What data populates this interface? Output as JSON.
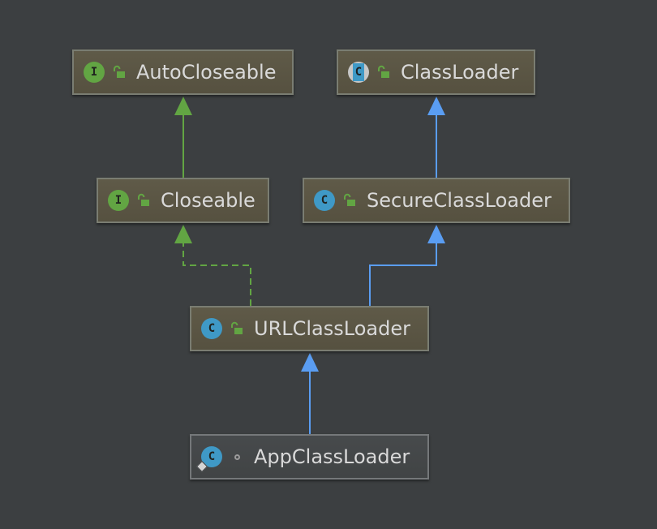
{
  "colors": {
    "background": "#3c3f41",
    "extends_edge": "#5a9df2",
    "implements_edge": "#62a543",
    "interface_icon": "#62a543",
    "class_icon": "#3f99c6"
  },
  "nodes": [
    {
      "id": "autocloseable",
      "label": "AutoCloseable",
      "kind": "interface",
      "kind_letter": "I",
      "access_icon": "unlocked-padlock-icon"
    },
    {
      "id": "classloader",
      "label": "ClassLoader",
      "kind": "abstract-class",
      "kind_letter": "C",
      "access_icon": "unlocked-padlock-icon"
    },
    {
      "id": "closeable",
      "label": "Closeable",
      "kind": "interface",
      "kind_letter": "I",
      "access_icon": "unlocked-padlock-icon"
    },
    {
      "id": "secureclassloader",
      "label": "SecureClassLoader",
      "kind": "class",
      "kind_letter": "C",
      "access_icon": "unlocked-padlock-icon"
    },
    {
      "id": "urlclassloader",
      "label": "URLClassLoader",
      "kind": "class",
      "kind_letter": "C",
      "access_icon": "unlocked-padlock-icon"
    },
    {
      "id": "appclassloader",
      "label": "AppClassLoader",
      "kind": "static-class",
      "kind_letter": "C",
      "access_icon": "package-private-dot-icon"
    }
  ],
  "edges": [
    {
      "from": "closeable",
      "to": "autocloseable",
      "type": "interface-extends"
    },
    {
      "from": "secureclassloader",
      "to": "classloader",
      "type": "extends"
    },
    {
      "from": "urlclassloader",
      "to": "closeable",
      "type": "implements"
    },
    {
      "from": "urlclassloader",
      "to": "secureclassloader",
      "type": "extends"
    },
    {
      "from": "appclassloader",
      "to": "urlclassloader",
      "type": "extends"
    }
  ]
}
